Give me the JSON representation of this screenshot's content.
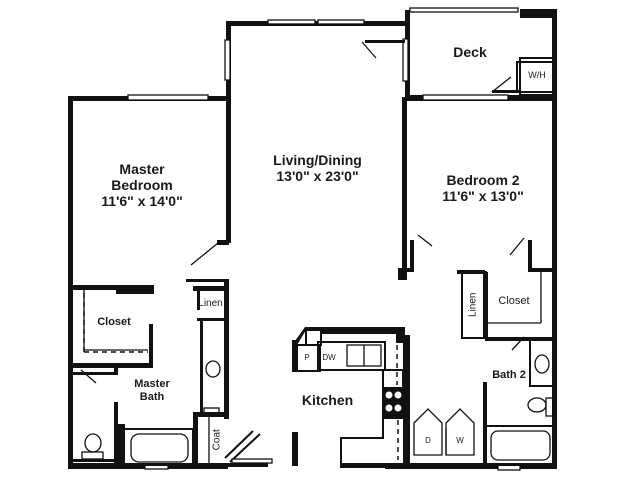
{
  "plan": {
    "rooms": [
      {
        "id": "master-bedroom",
        "name": "Master",
        "name2": "Bedroom",
        "size": "11'6\" x 14'0\""
      },
      {
        "id": "living-dining",
        "name": "Living/Dining",
        "size": "13'0\" x 23'0\""
      },
      {
        "id": "deck",
        "name": "Deck"
      },
      {
        "id": "bedroom-2",
        "name": "Bedroom 2",
        "size": "11'6\" x 13'0\""
      },
      {
        "id": "master-closet",
        "name": "Closet"
      },
      {
        "id": "master-bath",
        "name": "Master",
        "name2": "Bath"
      },
      {
        "id": "linen-master",
        "name": "Linen"
      },
      {
        "id": "coat",
        "name": "Coat"
      },
      {
        "id": "kitchen",
        "name": "Kitchen"
      },
      {
        "id": "linen-hall",
        "name": "Linen"
      },
      {
        "id": "closet-2",
        "name": "Closet"
      },
      {
        "id": "bath-2",
        "name": "Bath 2"
      }
    ],
    "fixtures": {
      "water_heater": "W/H",
      "pantry": "P",
      "dishwasher": "DW",
      "dryer": "D",
      "washer": "W"
    },
    "colors": {
      "wall": "#111111",
      "background": "#ffffff"
    }
  }
}
